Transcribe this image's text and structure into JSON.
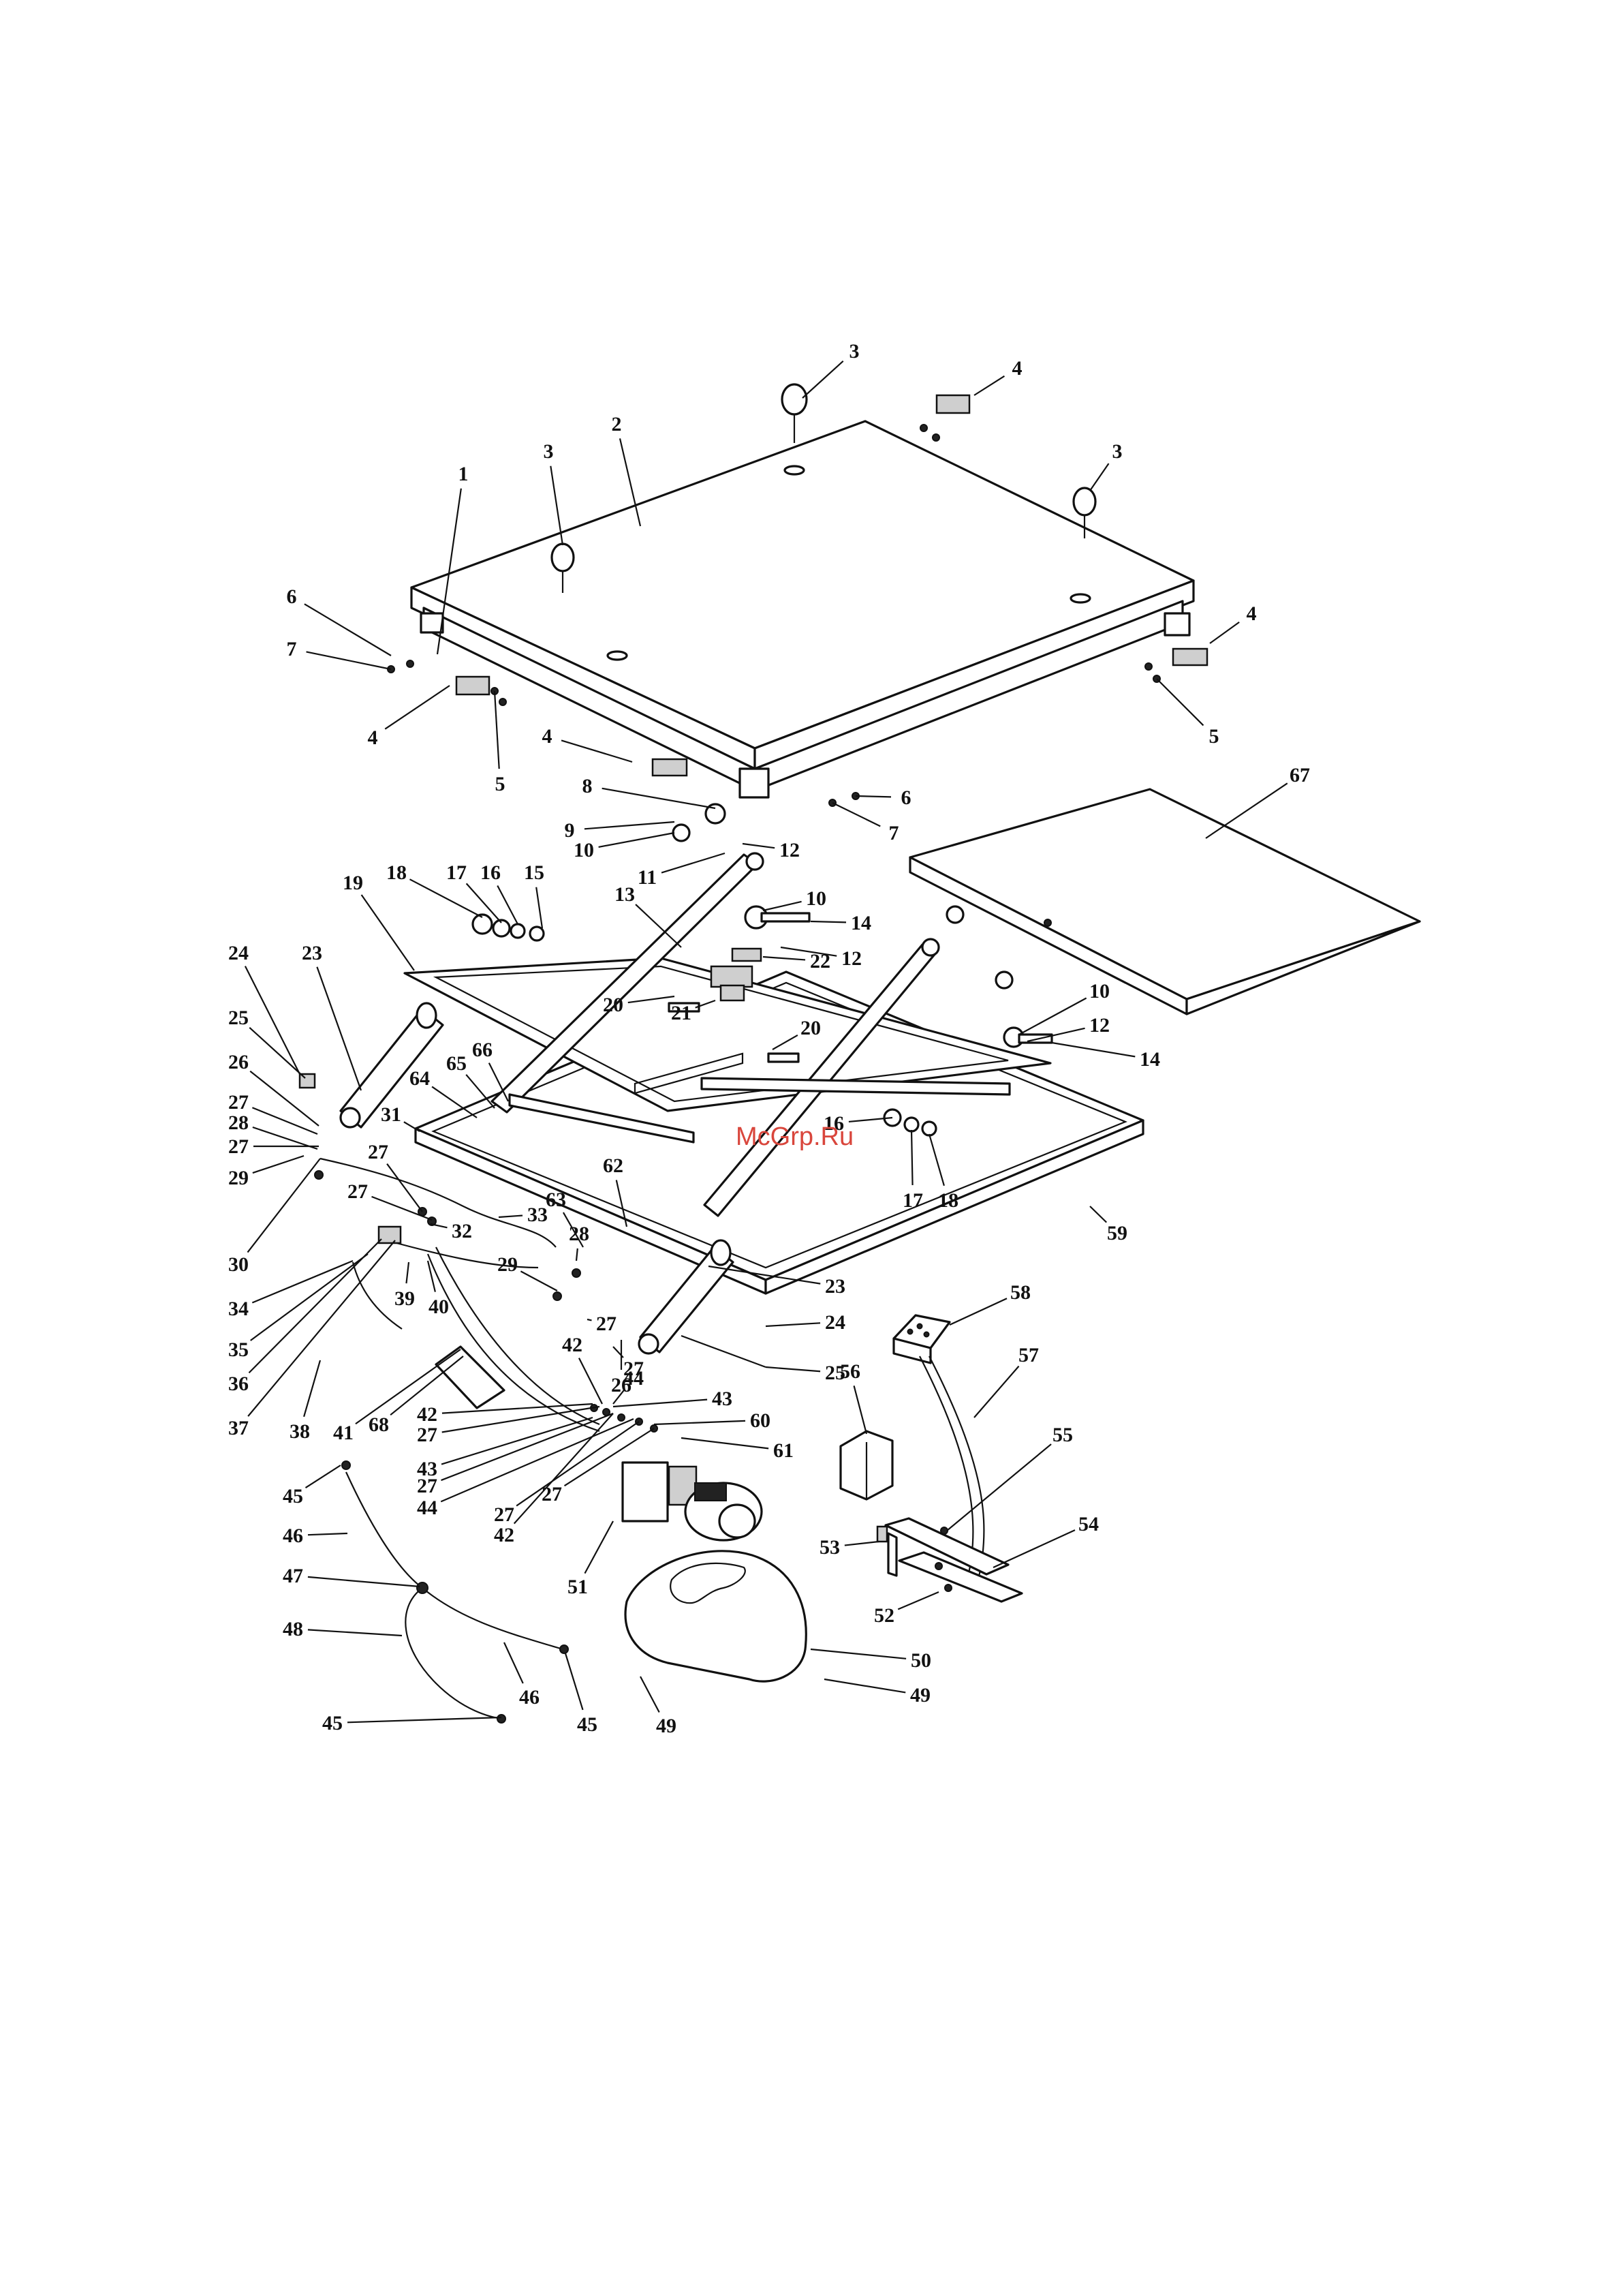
{
  "watermark": {
    "text": "McGrp.Ru",
    "color": "#d9463c"
  },
  "callouts": [
    {
      "id": "c1",
      "label": "1"
    },
    {
      "id": "c2",
      "label": "2"
    },
    {
      "id": "c3a",
      "label": "3"
    },
    {
      "id": "c3b",
      "label": "3"
    },
    {
      "id": "c3c",
      "label": "3"
    },
    {
      "id": "c4a",
      "label": "4"
    },
    {
      "id": "c4b",
      "label": "4"
    },
    {
      "id": "c4c",
      "label": "4"
    },
    {
      "id": "c4d",
      "label": "4"
    },
    {
      "id": "c5a",
      "label": "5"
    },
    {
      "id": "c5b",
      "label": "5"
    },
    {
      "id": "c6a",
      "label": "6"
    },
    {
      "id": "c6b",
      "label": "6"
    },
    {
      "id": "c7a",
      "label": "7"
    },
    {
      "id": "c7b",
      "label": "7"
    },
    {
      "id": "c8",
      "label": "8"
    },
    {
      "id": "c9",
      "label": "9"
    },
    {
      "id": "c10a",
      "label": "10"
    },
    {
      "id": "c10b",
      "label": "10"
    },
    {
      "id": "c10c",
      "label": "10"
    },
    {
      "id": "c11",
      "label": "11"
    },
    {
      "id": "c12a",
      "label": "12"
    },
    {
      "id": "c12b",
      "label": "12"
    },
    {
      "id": "c12c",
      "label": "12"
    },
    {
      "id": "c13",
      "label": "13"
    },
    {
      "id": "c14a",
      "label": "14"
    },
    {
      "id": "c14b",
      "label": "14"
    },
    {
      "id": "c15",
      "label": "15"
    },
    {
      "id": "c16a",
      "label": "16"
    },
    {
      "id": "c16b",
      "label": "16"
    },
    {
      "id": "c17a",
      "label": "17"
    },
    {
      "id": "c17b",
      "label": "17"
    },
    {
      "id": "c18a",
      "label": "18"
    },
    {
      "id": "c18b",
      "label": "18"
    },
    {
      "id": "c19",
      "label": "19"
    },
    {
      "id": "c20a",
      "label": "20"
    },
    {
      "id": "c20b",
      "label": "20"
    },
    {
      "id": "c21",
      "label": "21"
    },
    {
      "id": "c22",
      "label": "22"
    },
    {
      "id": "c23a",
      "label": "23"
    },
    {
      "id": "c23b",
      "label": "23"
    },
    {
      "id": "c24a",
      "label": "24"
    },
    {
      "id": "c24b",
      "label": "24"
    },
    {
      "id": "c25a",
      "label": "25"
    },
    {
      "id": "c25b",
      "label": "25"
    },
    {
      "id": "c26a",
      "label": "26"
    },
    {
      "id": "c26b",
      "label": "26"
    },
    {
      "id": "c27a",
      "label": "27"
    },
    {
      "id": "c27b",
      "label": "27"
    },
    {
      "id": "c27c",
      "label": "27"
    },
    {
      "id": "c27d",
      "label": "27"
    },
    {
      "id": "c27e",
      "label": "27"
    },
    {
      "id": "c27f",
      "label": "27"
    },
    {
      "id": "c27g",
      "label": "27"
    },
    {
      "id": "c27h",
      "label": "27"
    },
    {
      "id": "c27i",
      "label": "27"
    },
    {
      "id": "c27j",
      "label": "27"
    },
    {
      "id": "c28a",
      "label": "28"
    },
    {
      "id": "c28b",
      "label": "28"
    },
    {
      "id": "c29a",
      "label": "29"
    },
    {
      "id": "c29b",
      "label": "29"
    },
    {
      "id": "c30",
      "label": "30"
    },
    {
      "id": "c31",
      "label": "31"
    },
    {
      "id": "c32",
      "label": "32"
    },
    {
      "id": "c33",
      "label": "33"
    },
    {
      "id": "c34",
      "label": "34"
    },
    {
      "id": "c35",
      "label": "35"
    },
    {
      "id": "c36",
      "label": "36"
    },
    {
      "id": "c37",
      "label": "37"
    },
    {
      "id": "c38",
      "label": "38"
    },
    {
      "id": "c39",
      "label": "39"
    },
    {
      "id": "c40",
      "label": "40"
    },
    {
      "id": "c41",
      "label": "41"
    },
    {
      "id": "c42a",
      "label": "42"
    },
    {
      "id": "c42b",
      "label": "42"
    },
    {
      "id": "c42c",
      "label": "42"
    },
    {
      "id": "c43a",
      "label": "43"
    },
    {
      "id": "c43b",
      "label": "43"
    },
    {
      "id": "c44a",
      "label": "44"
    },
    {
      "id": "c44b",
      "label": "44"
    },
    {
      "id": "c45a",
      "label": "45"
    },
    {
      "id": "c45b",
      "label": "45"
    },
    {
      "id": "c45c",
      "label": "45"
    },
    {
      "id": "c46a",
      "label": "46"
    },
    {
      "id": "c46b",
      "label": "46"
    },
    {
      "id": "c47",
      "label": "47"
    },
    {
      "id": "c48",
      "label": "48"
    },
    {
      "id": "c49a",
      "label": "49"
    },
    {
      "id": "c49b",
      "label": "49"
    },
    {
      "id": "c50",
      "label": "50"
    },
    {
      "id": "c51",
      "label": "51"
    },
    {
      "id": "c52",
      "label": "52"
    },
    {
      "id": "c53",
      "label": "53"
    },
    {
      "id": "c54",
      "label": "54"
    },
    {
      "id": "c55",
      "label": "55"
    },
    {
      "id": "c56",
      "label": "56"
    },
    {
      "id": "c57",
      "label": "57"
    },
    {
      "id": "c58",
      "label": "58"
    },
    {
      "id": "c59",
      "label": "59"
    },
    {
      "id": "c60",
      "label": "60"
    },
    {
      "id": "c61",
      "label": "61"
    },
    {
      "id": "c62",
      "label": "62"
    },
    {
      "id": "c63",
      "label": "63"
    },
    {
      "id": "c64",
      "label": "64"
    },
    {
      "id": "c65",
      "label": "65"
    },
    {
      "id": "c66",
      "label": "66"
    },
    {
      "id": "c67",
      "label": "67"
    },
    {
      "id": "c68",
      "label": "68"
    }
  ]
}
